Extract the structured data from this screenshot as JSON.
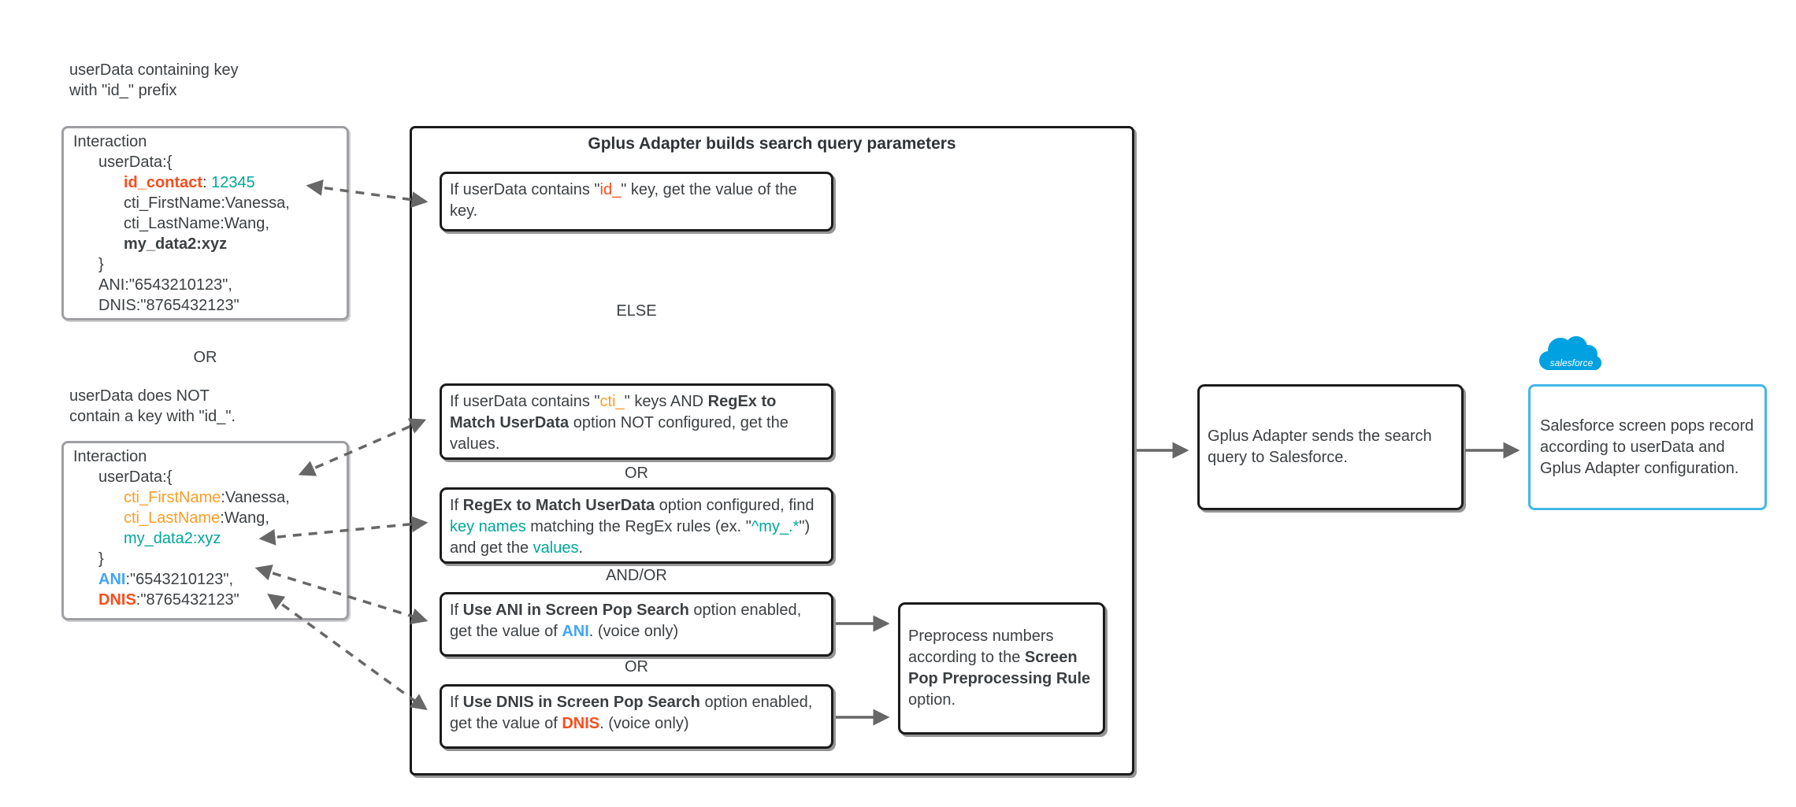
{
  "colors": {
    "key_red": "#f84e1d",
    "key_orange": "#fb9e28",
    "value_teal": "#00a79b",
    "ani_blue": "#42a5f5",
    "salesforce_logo_blue": "#00a1e0",
    "salesforce_box_border": "#45b6e8",
    "node_border_dark": "#1b1b1b",
    "codebox_border_gray": "#9e9fa3",
    "arrow_gray": "#676767",
    "text_dark": "#3c4043"
  },
  "icons": {
    "salesforce_cloud": "blue cloud shape with white wordmark"
  },
  "left_column": {
    "top_label": "userData containing key\nwith \"id_\" prefix",
    "or_label": "OR",
    "not_label": "userData does NOT\ncontain a key with \"id_\".",
    "interaction_with_id": {
      "lines": [
        {
          "ind": 0,
          "segs": [
            {
              "t": "Interaction"
            }
          ]
        },
        {
          "ind": 1,
          "segs": [
            {
              "t": "userData:{"
            }
          ]
        },
        {
          "ind": 2,
          "segs": [
            {
              "t": "id_contact",
              "c": "red b"
            },
            {
              "t": ": "
            },
            {
              "t": "12345",
              "c": "teal"
            }
          ]
        },
        {
          "ind": 2,
          "segs": [
            {
              "t": "cti_FirstName:Vanessa,"
            }
          ]
        },
        {
          "ind": 2,
          "segs": [
            {
              "t": "cti_LastName:Wang,"
            }
          ]
        },
        {
          "ind": 2,
          "segs": [
            {
              "t": "my_data2:xyz",
              "c": "b"
            }
          ]
        },
        {
          "ind": 1,
          "segs": [
            {
              "t": "}"
            }
          ]
        },
        {
          "ind": 1,
          "segs": [
            {
              "t": "ANI:\"6543210123\","
            }
          ]
        },
        {
          "ind": 1,
          "segs": [
            {
              "t": "DNIS:\"8765432123\""
            }
          ]
        }
      ]
    },
    "interaction_without_id": {
      "lines": [
        {
          "ind": 0,
          "segs": [
            {
              "t": "Interaction"
            }
          ]
        },
        {
          "ind": 1,
          "segs": [
            {
              "t": "userData:{"
            }
          ]
        },
        {
          "ind": 2,
          "segs": [
            {
              "t": "cti_FirstName",
              "c": "orange"
            },
            {
              "t": ":Vanessa,"
            }
          ]
        },
        {
          "ind": 2,
          "segs": [
            {
              "t": "cti_LastName",
              "c": "orange"
            },
            {
              "t": ":Wang,"
            }
          ]
        },
        {
          "ind": 2,
          "segs": [
            {
              "t": "my_data2:xyz",
              "c": "teal"
            }
          ]
        },
        {
          "ind": 1,
          "segs": [
            {
              "t": "}"
            }
          ]
        },
        {
          "ind": 1,
          "segs": [
            {
              "t": "ANI",
              "c": "blue b"
            },
            {
              "t": ":\"6543210123\","
            }
          ]
        },
        {
          "ind": 1,
          "segs": [
            {
              "t": "DNIS",
              "c": "red b"
            },
            {
              "t": ":\"8765432123\""
            }
          ]
        }
      ]
    }
  },
  "main_flow": {
    "title": "Gplus Adapter builds search query parameters",
    "else_label": "ELSE",
    "or_label": "OR",
    "and_or_label": "AND/OR",
    "or_label_2": "OR",
    "step_id": [
      {
        "t": "If userData contains \""
      },
      {
        "t": "id_",
        "c": "red"
      },
      {
        "t": "\" key, get the value of the key."
      }
    ],
    "step_cti": [
      {
        "t": "If userData contains \""
      },
      {
        "t": "cti_",
        "c": "orange"
      },
      {
        "t": "\" keys AND "
      },
      {
        "t": "RegEx to Match UserData",
        "c": "b"
      },
      {
        "t": " option NOT configured, get the values."
      }
    ],
    "step_regex": [
      {
        "t": "If "
      },
      {
        "t": "RegEx to Match UserData",
        "c": "b"
      },
      {
        "t": " option configured, find "
      },
      {
        "t": "key names",
        "c": "teal"
      },
      {
        "t": " matching the RegEx rules (ex. \""
      },
      {
        "t": "^my_.*",
        "c": "teal"
      },
      {
        "t": "\") and get the "
      },
      {
        "t": "values",
        "c": "teal"
      },
      {
        "t": "."
      }
    ],
    "step_ani": [
      {
        "t": "If "
      },
      {
        "t": "Use ANI in Screen Pop Search",
        "c": "b"
      },
      {
        "t": " option enabled, get the value of "
      },
      {
        "t": "ANI",
        "c": "blue b"
      },
      {
        "t": ".  (voice only)"
      }
    ],
    "step_dnis": [
      {
        "t": "If "
      },
      {
        "t": "Use DNIS in Screen Pop Search",
        "c": "b"
      },
      {
        "t": " option enabled, get the value of "
      },
      {
        "t": "DNIS",
        "c": "red b"
      },
      {
        "t": ". (voice only)"
      }
    ],
    "step_preprocess": [
      {
        "t": "Preprocess numbers according to the "
      },
      {
        "t": "Screen Pop Preprocessing Rule",
        "c": "b"
      },
      {
        "t": " option."
      }
    ]
  },
  "send_step": [
    {
      "t": "Gplus Adapter sends the search query to Salesforce."
    }
  ],
  "salesforce": {
    "logo_text": "salesforce",
    "screen_pop_step": [
      {
        "t": "Salesforce screen pops record according to userData and  Gplus Adapter configuration."
      }
    ]
  }
}
